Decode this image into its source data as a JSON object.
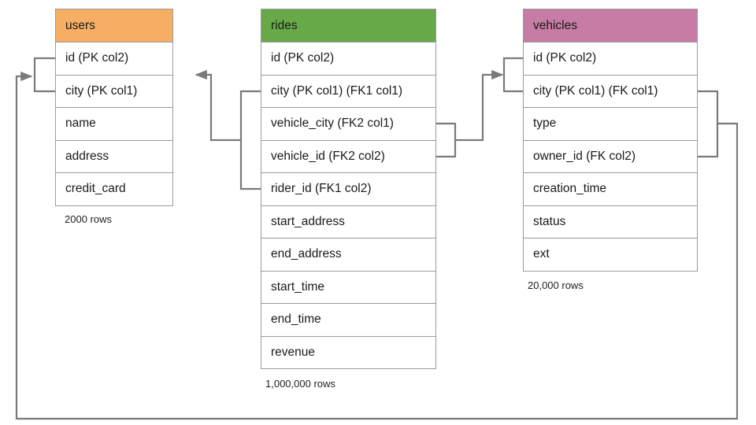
{
  "diagram": {
    "title_semantic": "database-schema-er-diagram",
    "colors": {
      "users_header": "#f5ae63",
      "rides_header": "#67a948",
      "vehicles_header": "#c67ca4",
      "border": "#9a9a9a",
      "wire": "#7a7a7a",
      "text": "#1a1a1a"
    },
    "tables": [
      {
        "name": "users",
        "header_color": "#f5ae63",
        "row_count_label": "2000 rows",
        "fields": [
          "id (PK col2)",
          "city (PK col1)",
          "name",
          "address",
          "credit_card"
        ]
      },
      {
        "name": "rides",
        "header_color": "#67a948",
        "row_count_label": "1,000,000 rows",
        "fields": [
          "id (PK col2)",
          "city (PK col1) (FK1 col1)",
          "vehicle_city (FK2 col1)",
          "vehicle_id (FK2 col2)",
          "rider_id (FK1 col2)",
          "start_address",
          "end_address",
          "start_time",
          "end_time",
          "revenue"
        ]
      },
      {
        "name": "vehicles",
        "header_color": "#c67ca4",
        "row_count_label": "20,000 rows",
        "fields": [
          "id (PK col2)",
          "city (PK col1) (FK col1)",
          "type",
          "owner_id (FK col2)",
          "creation_time",
          "status",
          "ext"
        ]
      }
    ],
    "relationships": [
      {
        "name": "rides-fk1-to-users",
        "from_table": "rides",
        "from_fields": [
          "city (PK col1) (FK1 col1)",
          "rider_id (FK1 col2)"
        ],
        "to_table": "users",
        "to_fields": [
          "id (PK col2)",
          "city (PK col1)"
        ]
      },
      {
        "name": "rides-fk2-to-vehicles",
        "from_table": "rides",
        "from_fields": [
          "vehicle_city (FK2 col1)",
          "vehicle_id (FK2 col2)"
        ],
        "to_table": "vehicles",
        "to_fields": [
          "id (PK col2)",
          "city (PK col1) (FK col1)"
        ]
      },
      {
        "name": "vehicles-fk-to-users",
        "from_table": "vehicles",
        "from_fields": [
          "city (PK col1) (FK col1)",
          "owner_id (FK col2)"
        ],
        "to_table": "users",
        "to_fields": [
          "id (PK col2)",
          "city (PK col1)"
        ]
      }
    ]
  }
}
